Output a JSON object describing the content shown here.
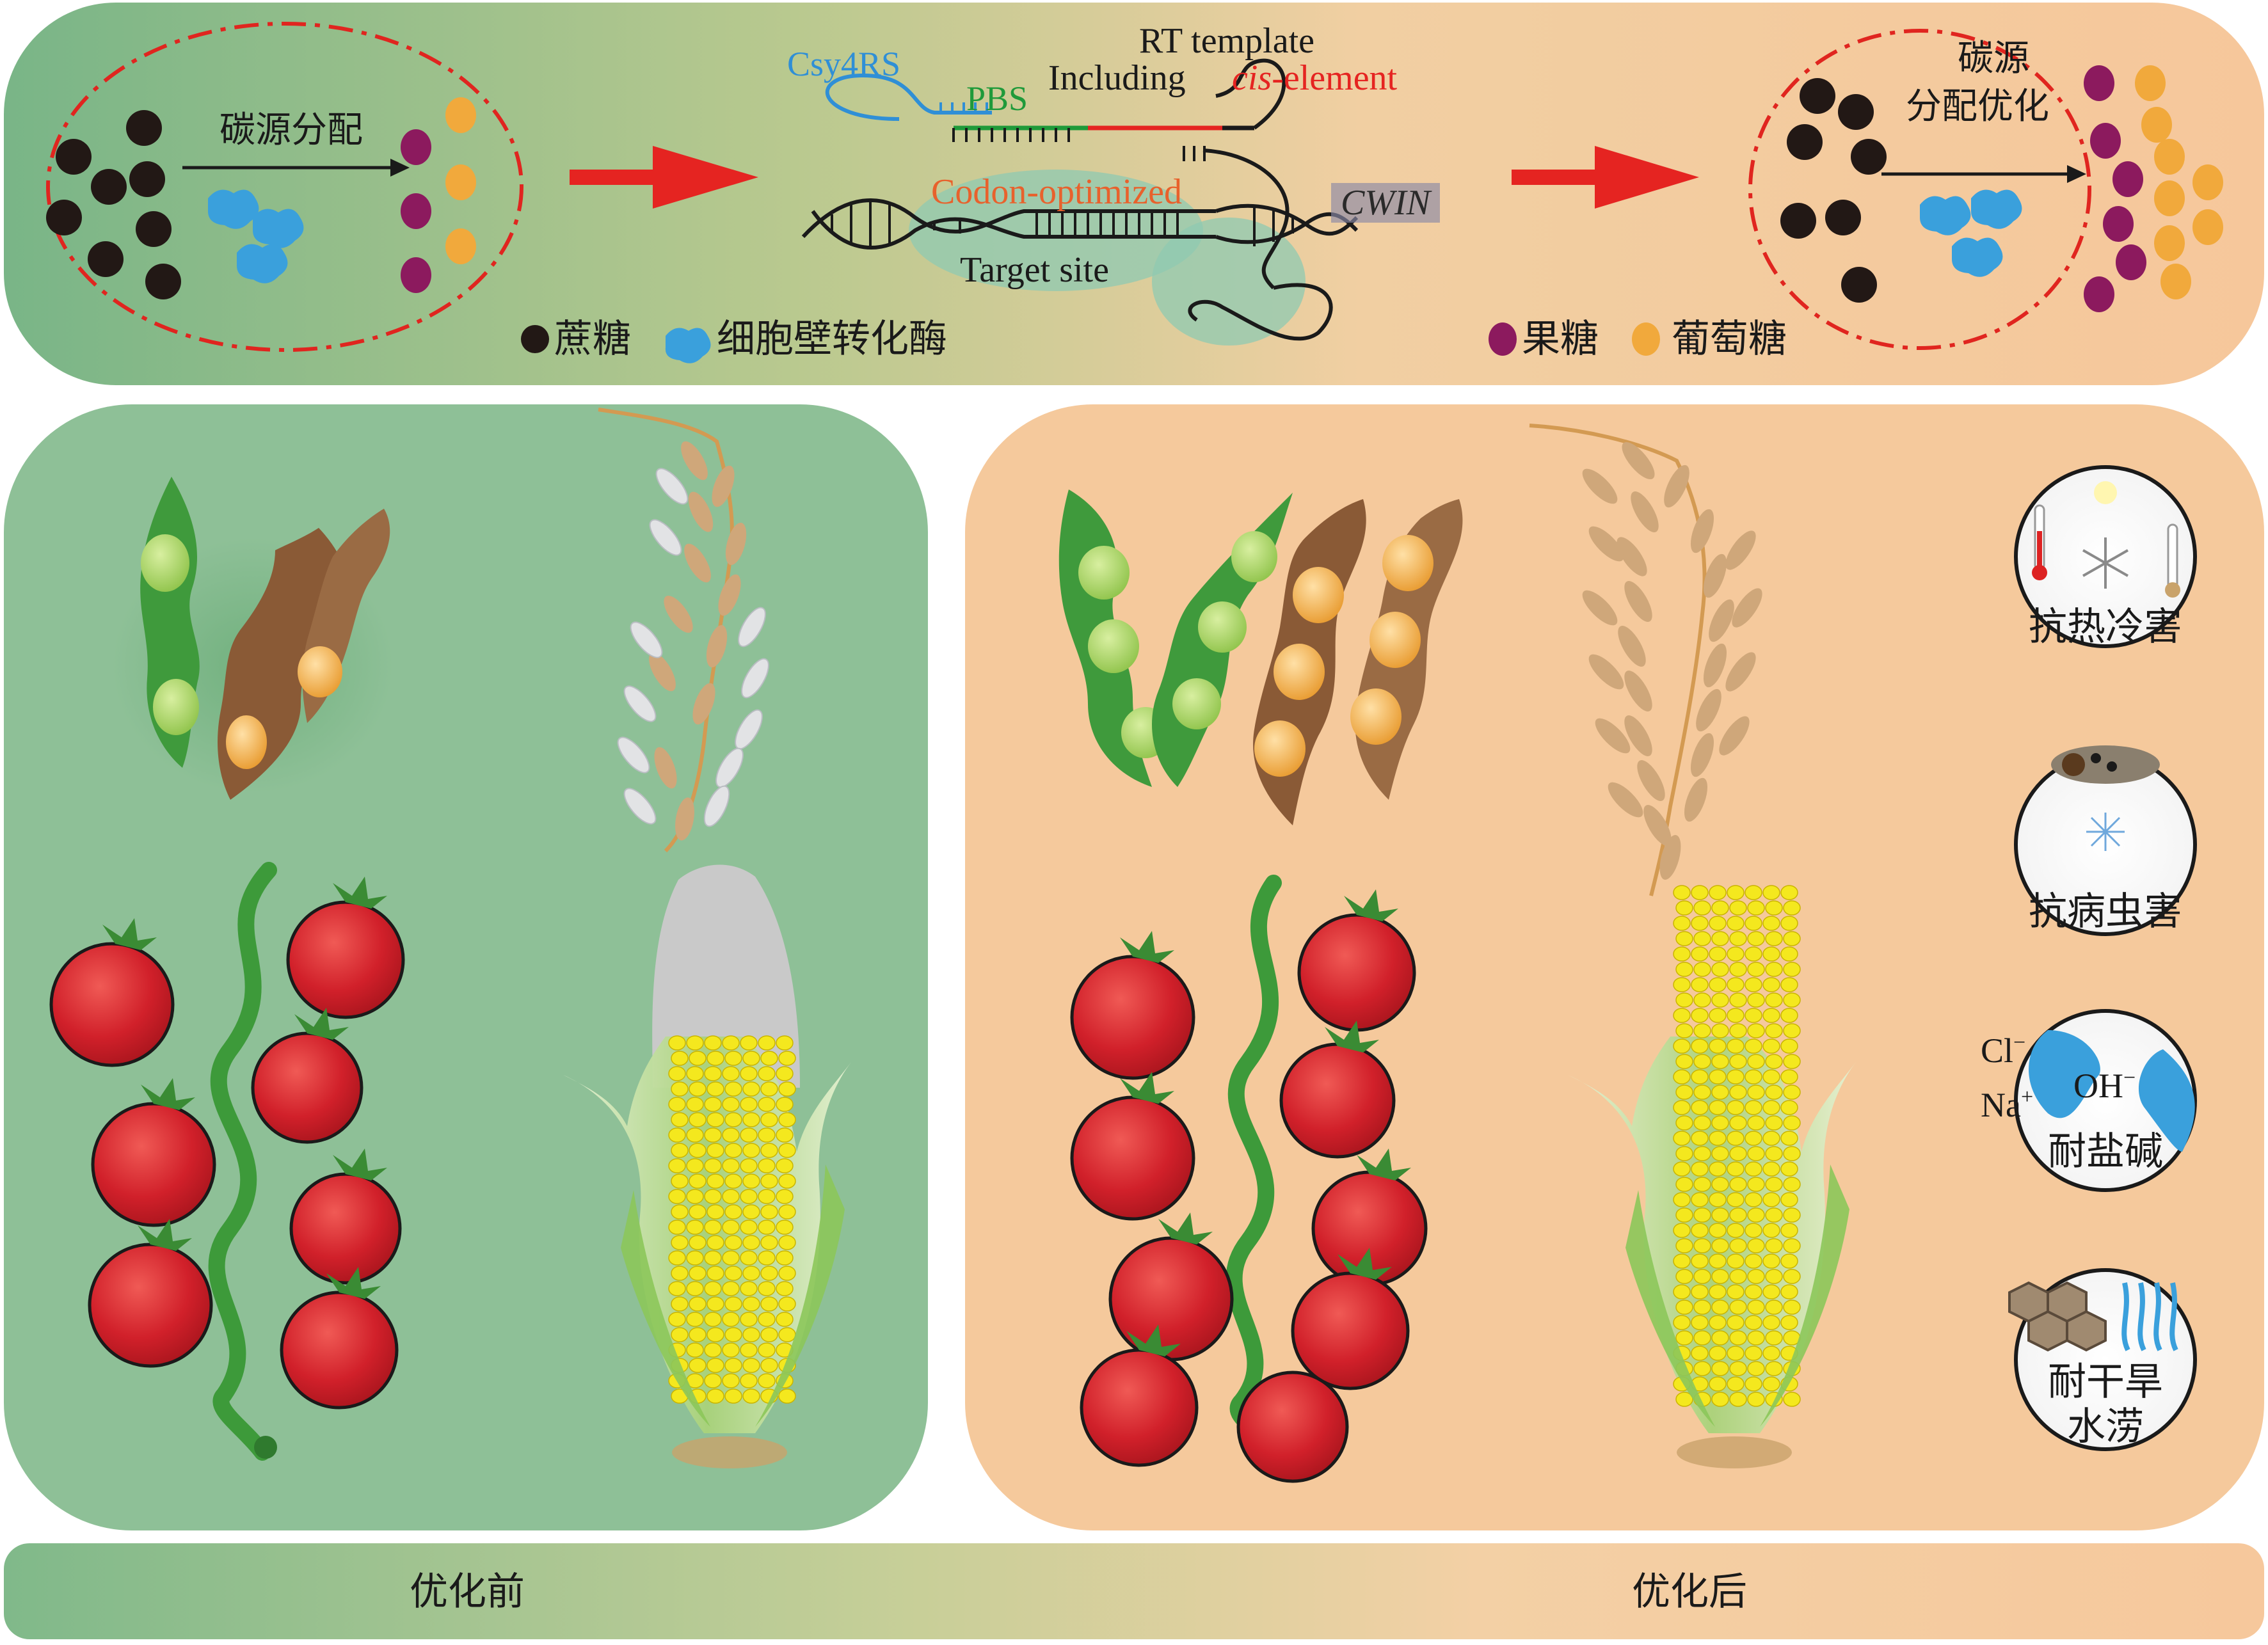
{
  "colors": {
    "green": "#7fb88a",
    "peach": "#f5c89a",
    "red_arrow": "#e52421",
    "dashed_red": "#e0251f",
    "sucrose": "#221815",
    "enzyme": "#3aa0dc",
    "fructose": "#8c1a5e",
    "glucose": "#f1a93c",
    "tomato": "#d2232a",
    "corn_kernel": "#f4e81e",
    "csy4rs": "#2f8fd6",
    "pbs": "#1f9a3a",
    "cis": "#e52421",
    "codon": "#e8612c"
  },
  "top": {
    "left_cell_label": "碳源分配",
    "right_cell_label_line1": "碳源",
    "right_cell_label_line2": "分配优化",
    "legend": {
      "sucrose": "蔗糖",
      "enzyme": "细胞壁转化酶",
      "fructose": "果糖",
      "glucose": "葡萄糖"
    },
    "construct": {
      "csy4rs": "Csy4RS",
      "pbs": "PBS",
      "rt_template": "RT template",
      "including": "Including",
      "cis_italic": "cis",
      "cis_rest": "-element",
      "codon": "Codon-optimized",
      "target": "Target site",
      "gene": "CWIN"
    }
  },
  "stress": {
    "heat_cold": "抗热冷害",
    "pest": "抗病虫害",
    "salt_alkali": "耐盐碱",
    "drought_line1": "耐干旱",
    "drought_line2": "水涝",
    "ion_cl": "Cl",
    "ion_cl_sup": "−",
    "ion_na": "Na",
    "ion_na_sup": "+",
    "ion_oh": "OH",
    "ion_oh_sup": "−"
  },
  "bottom_bar": {
    "before": "优化前",
    "after": "优化后"
  }
}
